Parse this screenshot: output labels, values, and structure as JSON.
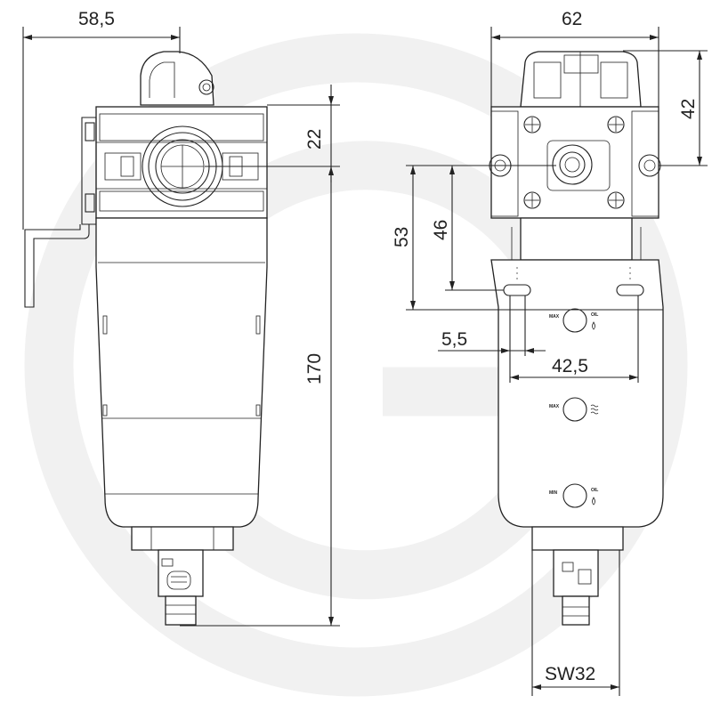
{
  "dimensions": {
    "side_offset": "58,5",
    "front_width": "62",
    "top_offset": "42",
    "port_height": "22",
    "total_height": "170",
    "mount_53": "53",
    "mount_46": "46",
    "slot_5_5": "5,5",
    "slot_spacing": "42,5",
    "wrench_size": "SW32"
  },
  "indicators": {
    "upper_left": "MAX",
    "upper_right": "OIL",
    "middle_left": "MAX",
    "lower_left": "MIN",
    "lower_right": "OIL"
  },
  "colors": {
    "line": "#222222",
    "watermark": "#f1f1f1"
  },
  "icons": [
    "oil-drop-icon",
    "water-wave-icon",
    "drain-valve-icon",
    "mounting-bracket-icon"
  ]
}
